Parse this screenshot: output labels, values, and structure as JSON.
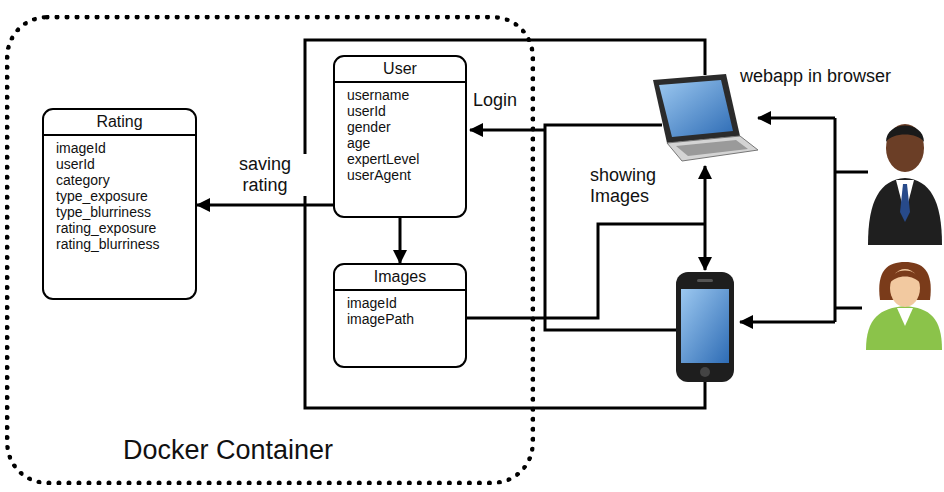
{
  "diagram": {
    "nodes": [
      {
        "text": [
          "Docker Container"
        ]
      },
      {
        "text": [
          "Rating",
          "imageId",
          "userId",
          "category",
          "type_exposure",
          "type_blurriness",
          "rating_exposure",
          "rating_blurriness"
        ],
        "in": 0
      },
      {
        "text": [
          "User",
          "username",
          "userId",
          "gender",
          "age",
          "expertLevel",
          "userAgent"
        ],
        "in": 0
      },
      {
        "text": [
          "Images",
          "imageId",
          "imagePath"
        ],
        "in": 0
      }
    ],
    "edges": [
      {
        "from": 2,
        "to": 1,
        "arrow": "to",
        "label": "saving rating"
      },
      {
        "from": 2,
        "to": 3,
        "arrow": "to"
      }
    ],
    "labels": [
      "Login",
      "showing Images",
      "webapp in browser"
    ]
  }
}
